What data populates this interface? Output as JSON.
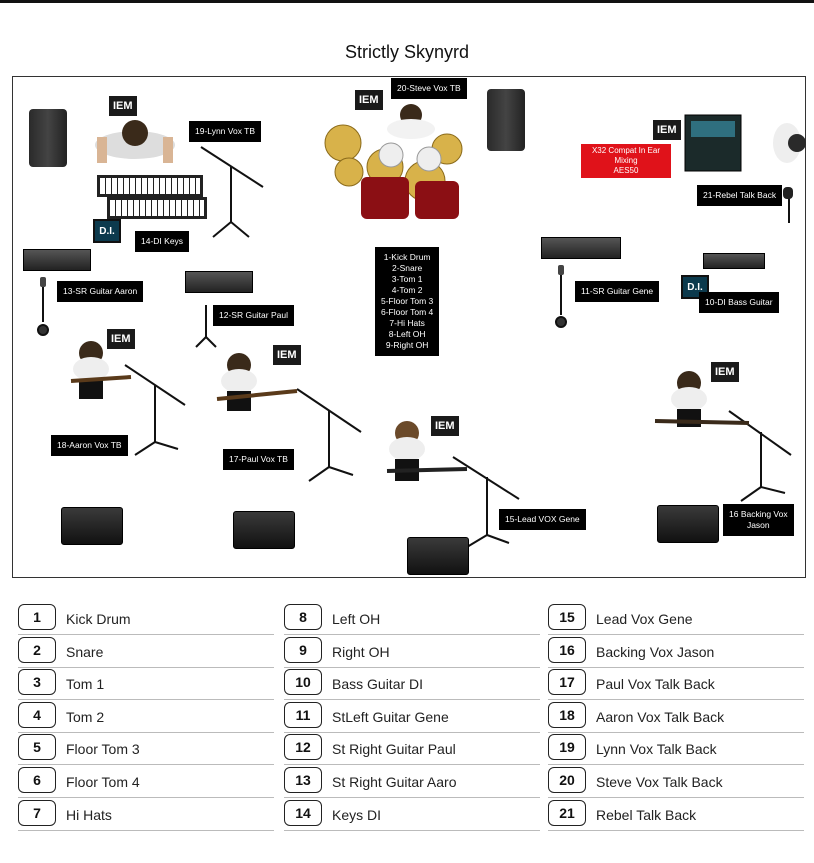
{
  "title": "Strictly Skynyrd",
  "labels": {
    "lynn_vox": "19-Lynn Vox TB",
    "steve_vox": "20-Steve Vox  TB",
    "keys_di": "14-DI Keys",
    "x32": "X32 Compat In Ear\nMixing\nAES50",
    "rebel": "21-Rebel Talk Back",
    "drum_list": "1-Kick Drum\n2-Snare\n3-Tom 1\n4-Tom 2\n5-Floor Tom 3\n6-Floor Tom 4\n7-Hi Hats\n8-Left OH\n9-Right OH",
    "sr_aaron": "13-SR Guitar Aaron",
    "sr_paul": "12-SR Guitar Paul",
    "sr_gene": "11-SR Guitar Gene",
    "bass_di": "10-DI Bass Guitar",
    "aaron_vox": "18-Aaron Vox TB",
    "paul_vox": "17-Paul Vox TB",
    "lead_vox": "15-Lead VOX Gene",
    "backing_vox": "16 Backing Vox\nJason",
    "iem": "IEM",
    "di": "D.I."
  },
  "legend": [
    {
      "num": "1",
      "name": "Kick Drum"
    },
    {
      "num": "2",
      "name": "Snare"
    },
    {
      "num": "3",
      "name": "Tom 1"
    },
    {
      "num": "4",
      "name": "Tom 2"
    },
    {
      "num": "5",
      "name": "Floor Tom 3"
    },
    {
      "num": "6",
      "name": "Floor Tom 4"
    },
    {
      "num": "7",
      "name": "Hi Hats"
    },
    {
      "num": "8",
      "name": "Left OH"
    },
    {
      "num": "9",
      "name": "Right OH"
    },
    {
      "num": "10",
      "name": "Bass Guitar DI"
    },
    {
      "num": "11",
      "name": "StLeft Guitar Gene"
    },
    {
      "num": "12",
      "name": "St Right Guitar Paul"
    },
    {
      "num": "13",
      "name": "St Right Guitar Aaro"
    },
    {
      "num": "14",
      "name": "Keys DI"
    },
    {
      "num": "15",
      "name": "Lead Vox Gene"
    },
    {
      "num": "16",
      "name": "Backing Vox Jason"
    },
    {
      "num": "17",
      "name": "Paul Vox Talk Back"
    },
    {
      "num": "18",
      "name": "Aaron Vox Talk Back"
    },
    {
      "num": "19",
      "name": "Lynn Vox Talk Back"
    },
    {
      "num": "20",
      "name": "Steve Vox Talk Back"
    },
    {
      "num": "21",
      "name": "Rebel Talk Back"
    }
  ],
  "colors": {
    "accent_red": "#e0121a",
    "di_box": "#0c3a4d"
  }
}
